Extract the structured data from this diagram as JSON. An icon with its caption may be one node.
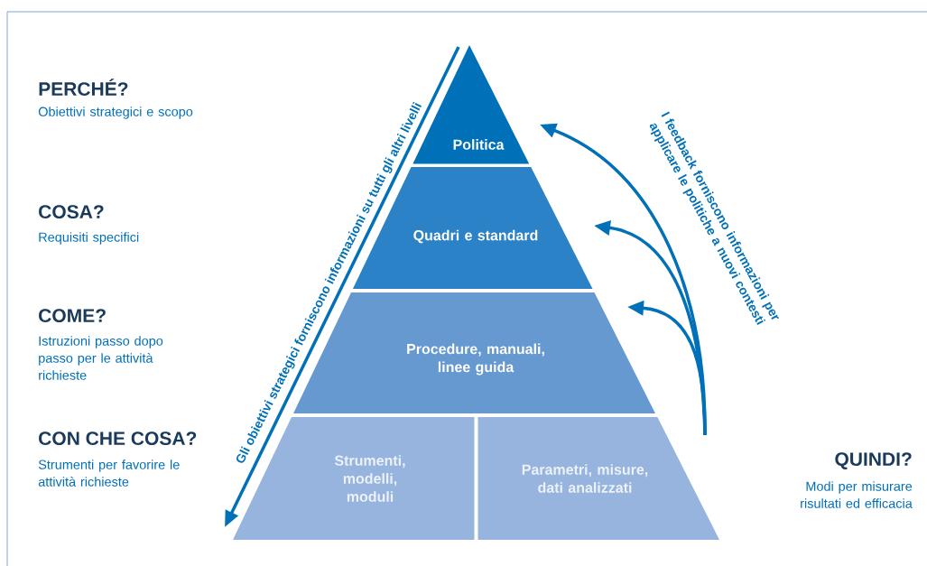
{
  "diagram": {
    "nodes": [
      {
        "text": [
          "Politica"
        ]
      },
      {
        "text": [
          "Quadri e standard"
        ]
      },
      {
        "text": [
          "Procedure, manuali, linee guida"
        ]
      },
      {
        "text": [
          "Strumenti, modelli, moduli"
        ]
      },
      {
        "text": [
          "Parametri, misure, dati analizzati"
        ]
      }
    ],
    "edges": [
      {
        "from": null,
        "to": 0,
        "arrow": "to"
      },
      {
        "from": null,
        "to": 1,
        "arrow": "to"
      },
      {
        "from": null,
        "to": 2,
        "arrow": "to"
      }
    ],
    "labels": [
      "PERCHÉ?",
      "Obiettivi strategici e scopo",
      "COSA?",
      "Requisiti specifici",
      "COME?",
      "Istruzioni passo dopo passo per le attività richieste",
      "CON CHE COSA?",
      "Strumenti per favorire le attività richieste",
      "Gli obiettivi strategici forniscono informazioni su tutti gli altri livelli",
      "I feedback forniscono informazioni per applicare le politiche a nuovi contesti",
      "QUINDI?",
      "Modi per misurare risultati ed efficacia"
    ]
  }
}
